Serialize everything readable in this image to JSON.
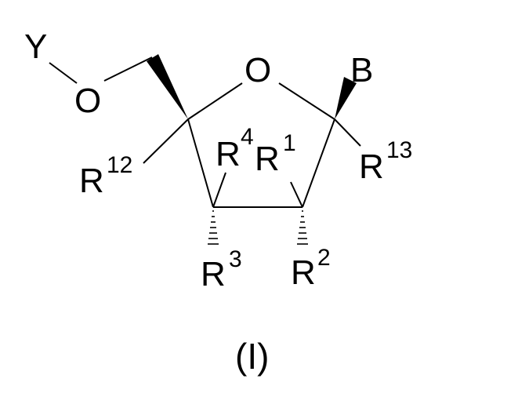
{
  "structure": {
    "atoms": {
      "y": "Y",
      "o_ether": "O",
      "o_ring": "O",
      "b": "B"
    },
    "substituents": {
      "r12": {
        "base": "R",
        "sup": "12"
      },
      "r4": {
        "base": "R",
        "sup": "4"
      },
      "r1": {
        "base": "R",
        "sup": "1"
      },
      "r13": {
        "base": "R",
        "sup": "13"
      },
      "r3": {
        "base": "R",
        "sup": "3"
      },
      "r2": {
        "base": "R",
        "sup": "2"
      }
    },
    "compound_label": "(I)"
  },
  "colors": {
    "foreground": "#000000",
    "background": "#ffffff"
  }
}
